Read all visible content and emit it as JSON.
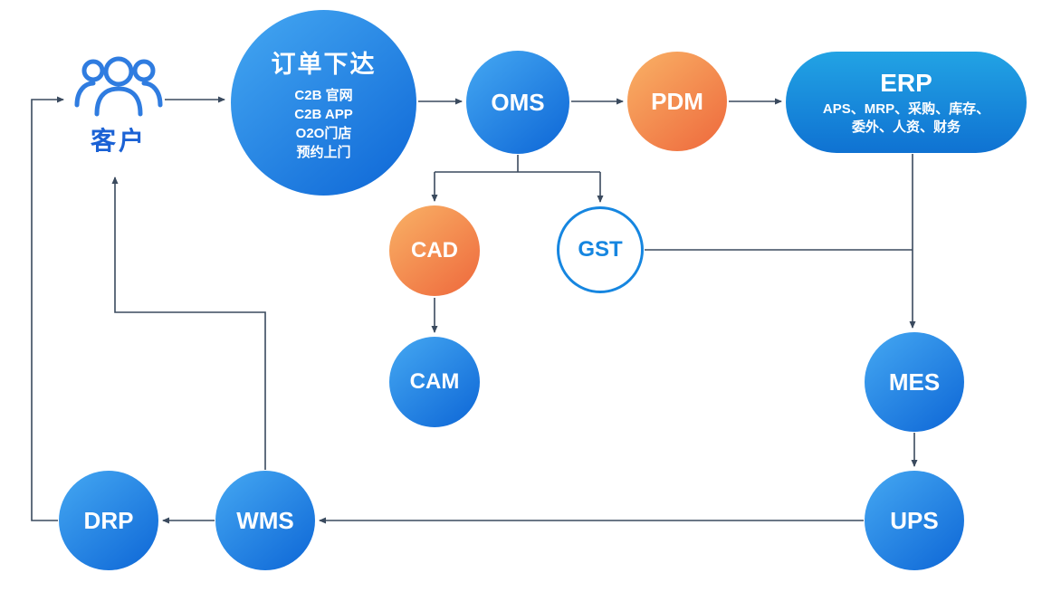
{
  "diagram": {
    "customer": {
      "label": "客户"
    },
    "nodes": {
      "order": {
        "title": "订单下达",
        "lines": [
          "C2B 官网",
          "C2B APP",
          "O2O门店",
          "预约上门"
        ]
      },
      "oms": {
        "label": "OMS"
      },
      "pdm": {
        "label": "PDM"
      },
      "erp": {
        "title": "ERP",
        "subtitle_line1": "APS、MRP、采购、库存、",
        "subtitle_line2": "委外、人资、财务"
      },
      "cad": {
        "label": "CAD"
      },
      "gst": {
        "label": "GST"
      },
      "cam": {
        "label": "CAM"
      },
      "mes": {
        "label": "MES"
      },
      "ups": {
        "label": "UPS"
      },
      "wms": {
        "label": "WMS"
      },
      "drp": {
        "label": "DRP"
      }
    },
    "colors": {
      "blue_light": "#45a8f2",
      "blue_dark": "#0d66d6",
      "orange_light": "#f9b266",
      "orange_dark": "#ee683c",
      "erp_light": "#22a3e4",
      "erp_dark": "#0f72d2",
      "gst_ring": "#1686e0",
      "line": "#3a4a5e",
      "customer_text": "#1b62d5",
      "customer_icon": "#2f7ce0"
    }
  }
}
